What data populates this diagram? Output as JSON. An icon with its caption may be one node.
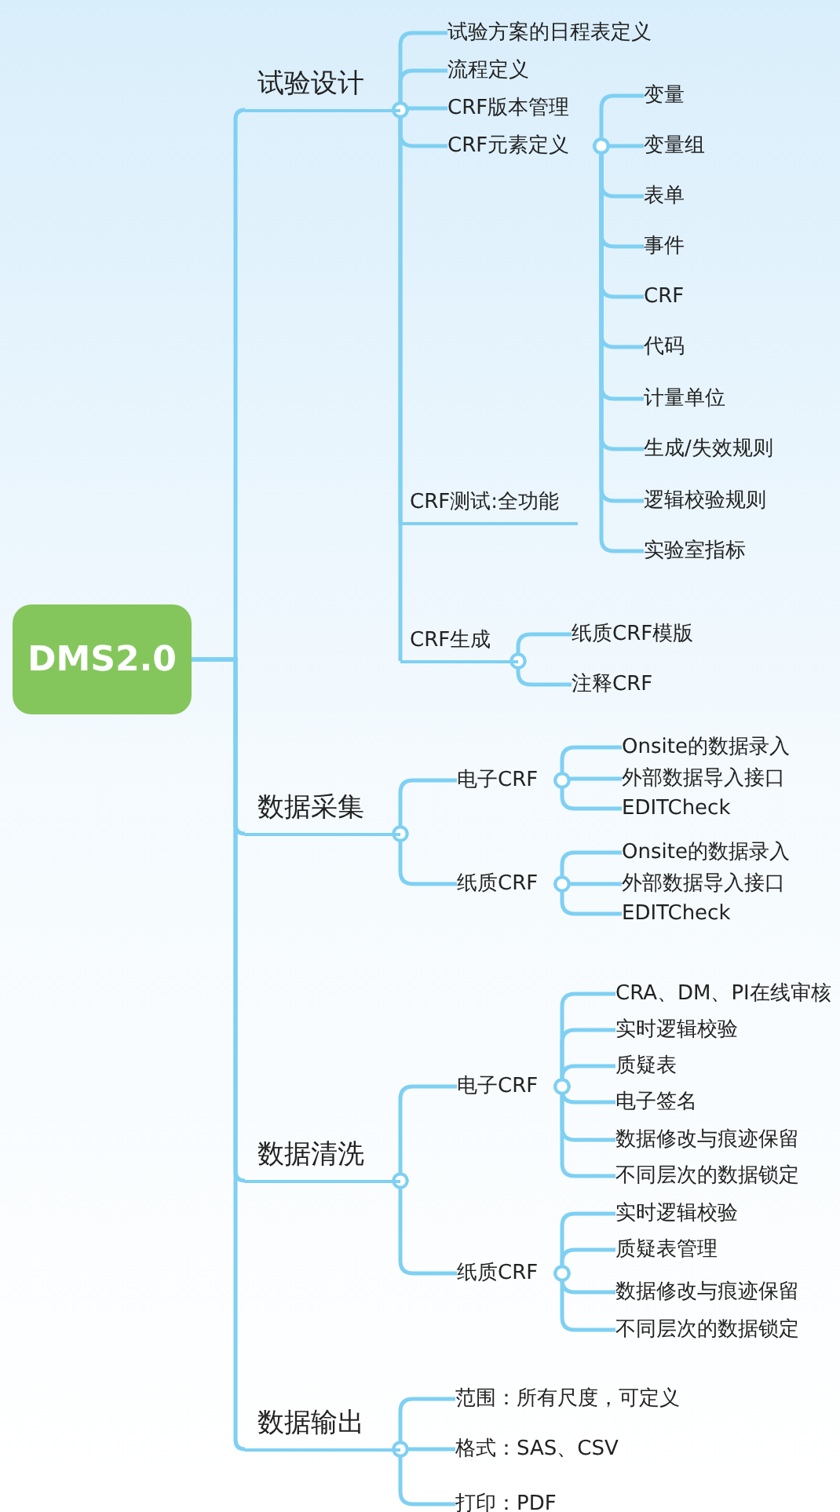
{
  "diagram": {
    "nodes": [
      {
        "text": [
          "DMS2.0"
        ]
      },
      {
        "text": [
          "试验设计"
        ]
      },
      {
        "text": [
          "试验方案的日程表定义"
        ]
      },
      {
        "text": [
          "流程定义"
        ]
      },
      {
        "text": [
          "CRF版本管理"
        ]
      },
      {
        "text": [
          "CRF元素定义"
        ]
      },
      {
        "text": [
          "变量"
        ]
      },
      {
        "text": [
          "变量组"
        ]
      },
      {
        "text": [
          "表单"
        ]
      },
      {
        "text": [
          "事件"
        ]
      },
      {
        "text": [
          "CRF"
        ]
      },
      {
        "text": [
          "代码"
        ]
      },
      {
        "text": [
          "计量单位"
        ]
      },
      {
        "text": [
          "生成/失效规则"
        ]
      },
      {
        "text": [
          "逻辑校验规则"
        ]
      },
      {
        "text": [
          "实验室指标"
        ]
      },
      {
        "text": [
          "CRF测试:全功能"
        ]
      },
      {
        "text": [
          "CRF生成"
        ]
      },
      {
        "text": [
          "纸质CRF模版"
        ]
      },
      {
        "text": [
          "注释CRF"
        ]
      },
      {
        "text": [
          "数据采集"
        ]
      },
      {
        "text": [
          "电子CRF"
        ]
      },
      {
        "text": [
          "Onsite的数据录入"
        ]
      },
      {
        "text": [
          "外部数据导入接口"
        ]
      },
      {
        "text": [
          "EDITCheck"
        ]
      },
      {
        "text": [
          "纸质CRF"
        ]
      },
      {
        "text": [
          "Onsite的数据录入"
        ]
      },
      {
        "text": [
          "外部数据导入接口"
        ]
      },
      {
        "text": [
          "EDITCheck"
        ]
      },
      {
        "text": [
          "数据清洗"
        ]
      },
      {
        "text": [
          "电子CRF"
        ]
      },
      {
        "text": [
          "CRA、DM、PI在线审核"
        ]
      },
      {
        "text": [
          "实时逻辑校验"
        ]
      },
      {
        "text": [
          "质疑表"
        ]
      },
      {
        "text": [
          "电子签名"
        ]
      },
      {
        "text": [
          "数据修改与痕迹保留"
        ]
      },
      {
        "text": [
          "不同层次的数据锁定"
        ]
      },
      {
        "text": [
          "纸质CRF"
        ]
      },
      {
        "text": [
          "实时逻辑校验"
        ]
      },
      {
        "text": [
          "质疑表管理"
        ]
      },
      {
        "text": [
          "数据修改与痕迹保留"
        ]
      },
      {
        "text": [
          "不同层次的数据锁定"
        ]
      },
      {
        "text": [
          "数据输出"
        ]
      },
      {
        "text": [
          "范围：所有尺度，可定义"
        ]
      },
      {
        "text": [
          "格式：SAS、CSV"
        ]
      },
      {
        "text": [
          "打印：PDF"
        ]
      }
    ],
    "edges": [
      {
        "from": 0,
        "to": 1,
        "arrow": "none"
      },
      {
        "from": 1,
        "to": 2,
        "arrow": "other"
      },
      {
        "from": 1,
        "to": 3,
        "arrow": "other"
      },
      {
        "from": 1,
        "to": 4,
        "arrow": "other"
      },
      {
        "from": 1,
        "to": 5,
        "arrow": "other"
      },
      {
        "from": 5,
        "to": 6,
        "arrow": "other"
      },
      {
        "from": 5,
        "to": 7,
        "arrow": "other"
      },
      {
        "from": 5,
        "to": 8,
        "arrow": "other"
      },
      {
        "from": 5,
        "to": 9,
        "arrow": "other"
      },
      {
        "from": 5,
        "to": 10,
        "arrow": "other"
      },
      {
        "from": 5,
        "to": 11,
        "arrow": "other"
      },
      {
        "from": 5,
        "to": 12,
        "arrow": "other"
      },
      {
        "from": 5,
        "to": 13,
        "arrow": "other"
      },
      {
        "from": 5,
        "to": 14,
        "arrow": "other"
      },
      {
        "from": 5,
        "to": 15,
        "arrow": "other"
      },
      {
        "from": 1,
        "to": 16,
        "arrow": "other"
      },
      {
        "from": 1,
        "to": 17,
        "arrow": "other"
      },
      {
        "from": 17,
        "to": 18,
        "arrow": "other"
      },
      {
        "from": 17,
        "to": 19,
        "arrow": "other"
      },
      {
        "from": 0,
        "to": 20,
        "arrow": "none"
      },
      {
        "from": 20,
        "to": 21,
        "arrow": "other"
      },
      {
        "from": 21,
        "to": 22,
        "arrow": "other"
      },
      {
        "from": 21,
        "to": 23,
        "arrow": "other"
      },
      {
        "from": 21,
        "to": 24,
        "arrow": "other"
      },
      {
        "from": 20,
        "to": 25,
        "arrow": "other"
      },
      {
        "from": 25,
        "to": 26,
        "arrow": "other"
      },
      {
        "from": 25,
        "to": 27,
        "arrow": "other"
      },
      {
        "from": 25,
        "to": 28,
        "arrow": "other"
      },
      {
        "from": 0,
        "to": 29,
        "arrow": "none"
      },
      {
        "from": 29,
        "to": 30,
        "arrow": "other"
      },
      {
        "from": 30,
        "to": 31,
        "arrow": "other"
      },
      {
        "from": 30,
        "to": 32,
        "arrow": "other"
      },
      {
        "from": 30,
        "to": 33,
        "arrow": "other"
      },
      {
        "from": 30,
        "to": 34,
        "arrow": "other"
      },
      {
        "from": 30,
        "to": 35,
        "arrow": "other"
      },
      {
        "from": 30,
        "to": 36,
        "arrow": "other"
      },
      {
        "from": 29,
        "to": 37,
        "arrow": "other"
      },
      {
        "from": 37,
        "to": 38,
        "arrow": "other"
      },
      {
        "from": 37,
        "to": 39,
        "arrow": "other"
      },
      {
        "from": 37,
        "to": 40,
        "arrow": "other"
      },
      {
        "from": 37,
        "to": 41,
        "arrow": "other"
      },
      {
        "from": 0,
        "to": 42,
        "arrow": "none"
      },
      {
        "from": 42,
        "to": 43,
        "arrow": "other"
      },
      {
        "from": 42,
        "to": 44,
        "arrow": "other"
      },
      {
        "from": 42,
        "to": 45,
        "arrow": "other"
      }
    ]
  }
}
